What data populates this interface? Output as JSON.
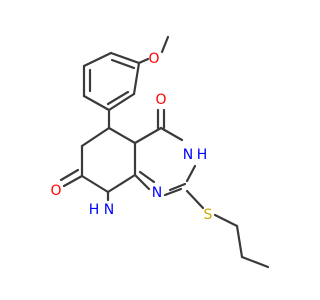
{
  "molecule": {
    "atoms": [
      {
        "id": "o_methoxy",
        "text": "O",
        "color": "#ff0000"
      },
      {
        "id": "o_ketone",
        "text": "O",
        "color": "#ff0000"
      },
      {
        "id": "o_lactam",
        "text": "O",
        "color": "#ff0000"
      },
      {
        "id": "n3",
        "text": "N",
        "color": "#0000ff"
      },
      {
        "id": "h_n3",
        "text": "H",
        "color": "#0000ff"
      },
      {
        "id": "n1",
        "text": "N",
        "color": "#0000ff"
      },
      {
        "id": "n8",
        "text": "N",
        "color": "#0000ff"
      },
      {
        "id": "h_n8",
        "text": "H",
        "color": "#0000ff"
      },
      {
        "id": "s",
        "text": "S",
        "color": "#ccaa00"
      }
    ],
    "bond_color": "#3a3a3a"
  }
}
